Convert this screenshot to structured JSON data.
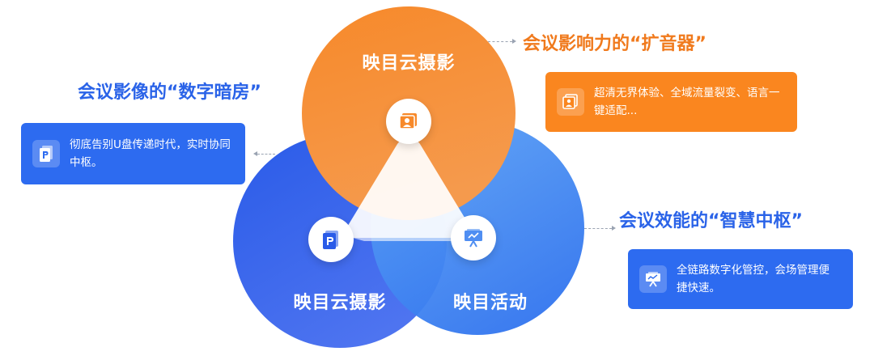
{
  "circles": {
    "top": {
      "label": "映目云摄影",
      "icon": "camera-portrait-icon"
    },
    "left": {
      "label": "映目云摄影",
      "icon": "p-logo-icon"
    },
    "right": {
      "label": "映目活动",
      "icon": "presentation-board-icon"
    }
  },
  "sections": {
    "top_right": {
      "heading": "会议影响力的“扩音器”",
      "text": "超清无界体验、全域流量裂变、语言一键适配...",
      "icon": "portrait-frame-icon",
      "color": "#fa861f"
    },
    "left": {
      "heading": "会议影像的“数字暗房”",
      "text": "彻底告别U盘传递时代，实时协同中枢。",
      "icon": "p-logo-icon",
      "color": "#2d6bf0"
    },
    "bottom_right": {
      "heading": "会议效能的“智慧中枢”",
      "text": "全链路数字化管控，会场管理便捷快速。",
      "icon": "presentation-board-icon",
      "color": "#2d6bf0"
    }
  },
  "colors": {
    "orange": "#f7892a",
    "blue": "#2f6ef2",
    "heading_blue": "#2a63e8",
    "heading_orange": "#f07a1d"
  }
}
